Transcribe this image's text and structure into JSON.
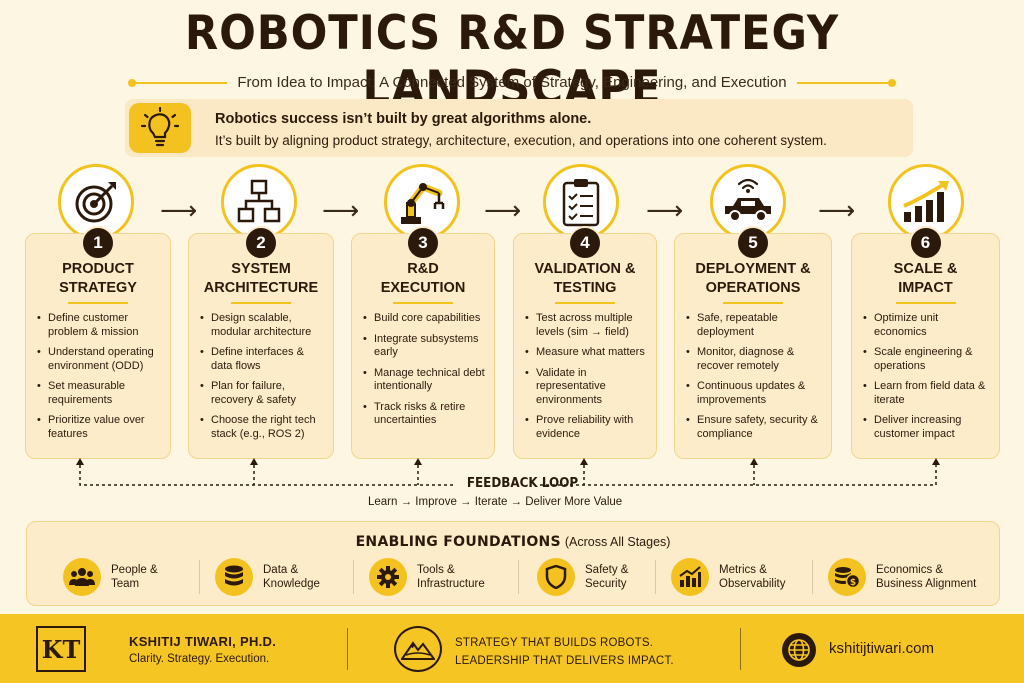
{
  "header": {
    "title": "ROBOTICS R&D STRATEGY LANDSCAPE",
    "subtitle": "From Idea to Impact: A Connected System of Strategy, Engineering, and Execution"
  },
  "callout": {
    "line1": "Robotics success isn’t built by great algorithms alone.",
    "line2": "It’s built by aligning product strategy, architecture, execution, and operations into one coherent system."
  },
  "arrow_glyph": "⟶",
  "stages": [
    {
      "number": "1",
      "title_line1": "PRODUCT",
      "title_line2": "STRATEGY",
      "icon": "target-icon",
      "bullets": [
        "Define customer problem & mission",
        "Understand operating environment (ODD)",
        "Set measurable requirements",
        "Prioritize value over features"
      ]
    },
    {
      "number": "2",
      "title_line1": "SYSTEM",
      "title_line2": "ARCHITECTURE",
      "icon": "architecture-icon",
      "bullets": [
        "Design scalable, modular architecture",
        "Define interfaces & data flows",
        "Plan for failure, recovery & safety",
        "Choose the right tech stack (e.g., ROS 2)"
      ]
    },
    {
      "number": "3",
      "title_line1": "R&D",
      "title_line2": "EXECUTION",
      "icon": "robot-arm-icon",
      "bullets": [
        "Build core capabilities",
        "Integrate subsystems early",
        "Manage technical debt intentionally",
        "Track risks & retire uncertainties"
      ]
    },
    {
      "number": "4",
      "title_line1": "VALIDATION &",
      "title_line2": "TESTING",
      "icon": "checklist-icon",
      "bullets": [
        "Test across multiple levels (sim → field)",
        "Measure what matters",
        "Validate in representative environments",
        "Prove reliability with evidence"
      ]
    },
    {
      "number": "5",
      "title_line1": "DEPLOYMENT &",
      "title_line2": "OPERATIONS",
      "icon": "vehicle-icon",
      "bullets": [
        "Safe, repeatable deployment",
        "Monitor, diagnose & recover remotely",
        "Continuous updates & improvements",
        "Ensure safety, security & compliance"
      ]
    },
    {
      "number": "6",
      "title_line1": "SCALE &",
      "title_line2": "IMPACT",
      "icon": "growth-chart-icon",
      "bullets": [
        "Optimize unit economics",
        "Scale engineering & operations",
        "Learn from field data & iterate",
        "Deliver increasing customer impact"
      ]
    }
  ],
  "feedback": {
    "title": "FEEDBACK LOOP",
    "subtitle": "Learn → Improve → Iterate → Deliver More Value"
  },
  "foundations": {
    "title": "ENABLING FOUNDATIONS",
    "title_suffix": "(Across All Stages)",
    "items": [
      {
        "line1": "People &",
        "line2": "Team",
        "icon": "people-icon"
      },
      {
        "line1": "Data &",
        "line2": "Knowledge",
        "icon": "database-icon"
      },
      {
        "line1": "Tools &",
        "line2": "Infrastructure",
        "icon": "gear-icon"
      },
      {
        "line1": "Safety &",
        "line2": "Security",
        "icon": "shield-icon"
      },
      {
        "line1": "Metrics &",
        "line2": "Observability",
        "icon": "bar-chart-icon"
      },
      {
        "line1": "Economics &",
        "line2": "Business Alignment",
        "icon": "coins-icon"
      }
    ]
  },
  "footer": {
    "logo": "KT",
    "name": "KSHITIJ TIWARI, PH.D.",
    "tagline": "Clarity. Strategy. Execution.",
    "motto_line1": "STRATEGY THAT BUILDS ROBOTS.",
    "motto_line2": "LEADERSHIP THAT DELIVERS IMPACT.",
    "website": "kshitijtiwari.com"
  },
  "colors": {
    "accent": "#f2c31f",
    "dark": "#2b1a0c",
    "card": "#fcecc9",
    "background": "#fdf6e3"
  }
}
